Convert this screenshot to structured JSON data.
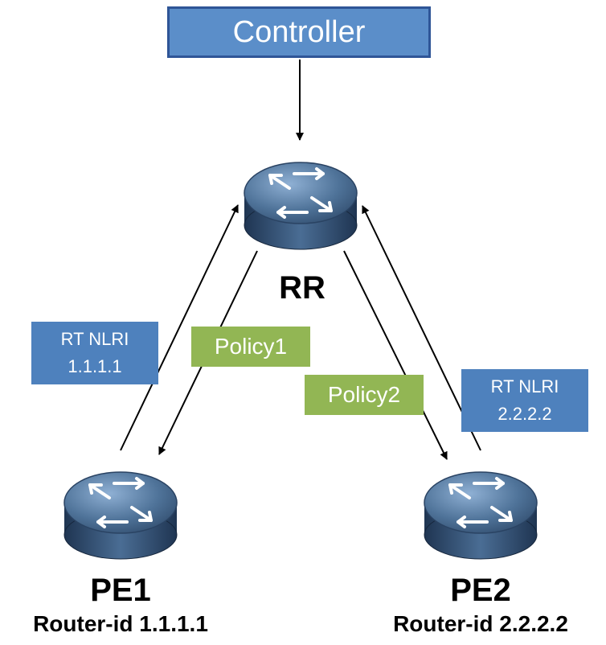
{
  "controller": {
    "label": "Controller"
  },
  "nodes": {
    "rr": {
      "name": "RR"
    },
    "pe1": {
      "name": "PE1",
      "router_id": "Router-id 1.1.1.1"
    },
    "pe2": {
      "name": "PE2",
      "router_id": "Router-id 2.2.2.2"
    }
  },
  "labels": {
    "rt_left": {
      "line1": "RT NLRI",
      "line2": "1.1.1.1"
    },
    "rt_right": {
      "line1": "RT NLRI",
      "line2": "2.2.2.2"
    },
    "policy1": "Policy1",
    "policy2": "Policy2"
  },
  "colors": {
    "controller_fill": "#5b8ec9",
    "controller_border": "#2f5597",
    "rt_box": "#4e81bd",
    "policy_box": "#92b654",
    "router_body": "#3e5f84"
  },
  "icons": {
    "router": "router-icon"
  }
}
